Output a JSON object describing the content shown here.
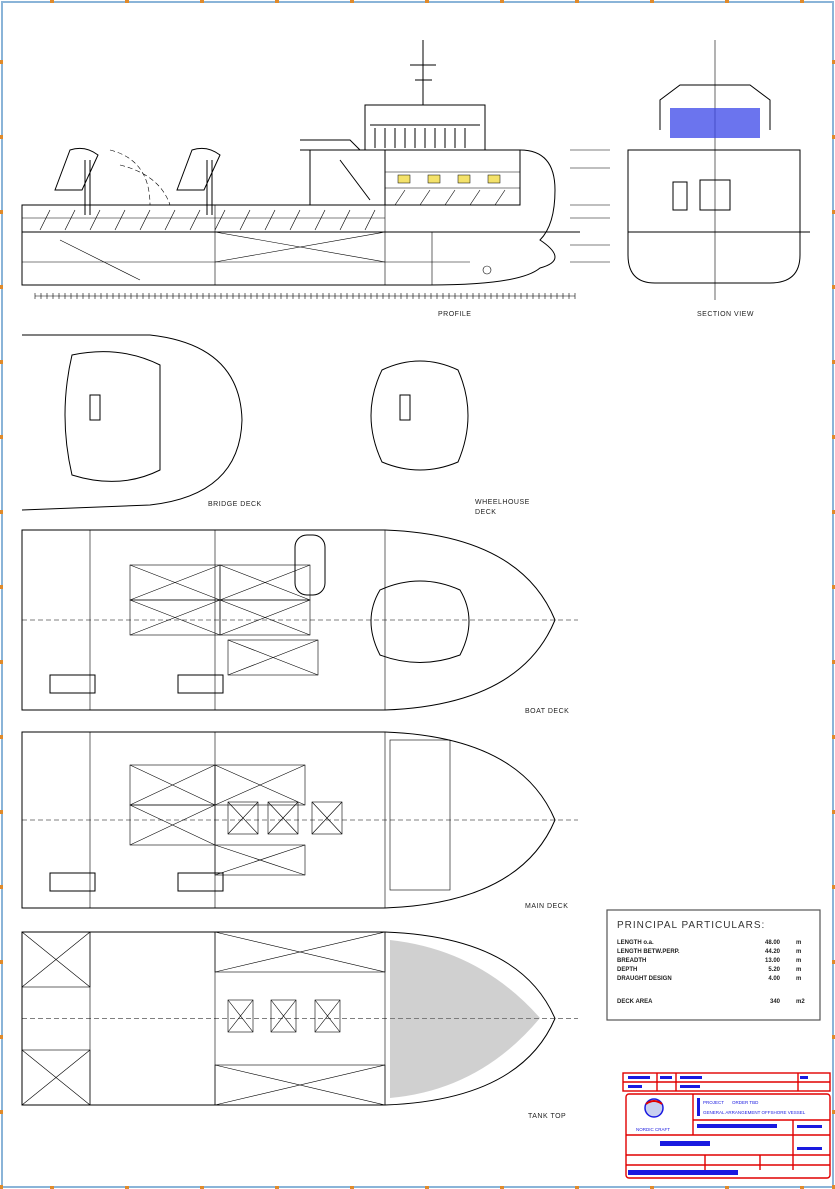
{
  "colors": {
    "frame": "#8ab4d8",
    "frame_ticks": "#e08a2a",
    "title_block": "#e00000",
    "title_text": "#1a1ae0",
    "window_glass": "#3a46e8"
  },
  "views": {
    "profile": "PROFILE",
    "section": "SECTION VIEW",
    "bridge_deck": "BRIDGE DECK",
    "wheelhouse_deck_1": "WHEELHOUSE",
    "wheelhouse_deck_2": "DECK",
    "boat_deck": "BOAT DECK",
    "main_deck": "MAIN DECK",
    "tank_top": "TANK TOP"
  },
  "particulars": {
    "title": "PRINCIPAL PARTICULARS:",
    "rows": [
      {
        "label": "LENGTH o.a.",
        "value": "48.00",
        "unit": "m"
      },
      {
        "label": "LENGTH BETW.PERP.",
        "value": "44.20",
        "unit": "m"
      },
      {
        "label": "BREADTH",
        "value": "13.00",
        "unit": "m"
      },
      {
        "label": "DEPTH",
        "value": "5.20",
        "unit": "m"
      },
      {
        "label": "DRAUGHT DESIGN",
        "value": "4.00",
        "unit": "m"
      },
      {
        "label": "DECK AREA",
        "value": "340",
        "unit": "m2"
      }
    ]
  },
  "title_block": {
    "logo_text": "NORDIC CRAFT",
    "project_label": "PROJECT",
    "project_value": "ORDER TBD",
    "description": "GENERAL ARRANGEMENT OFFSHORE VESSEL"
  }
}
